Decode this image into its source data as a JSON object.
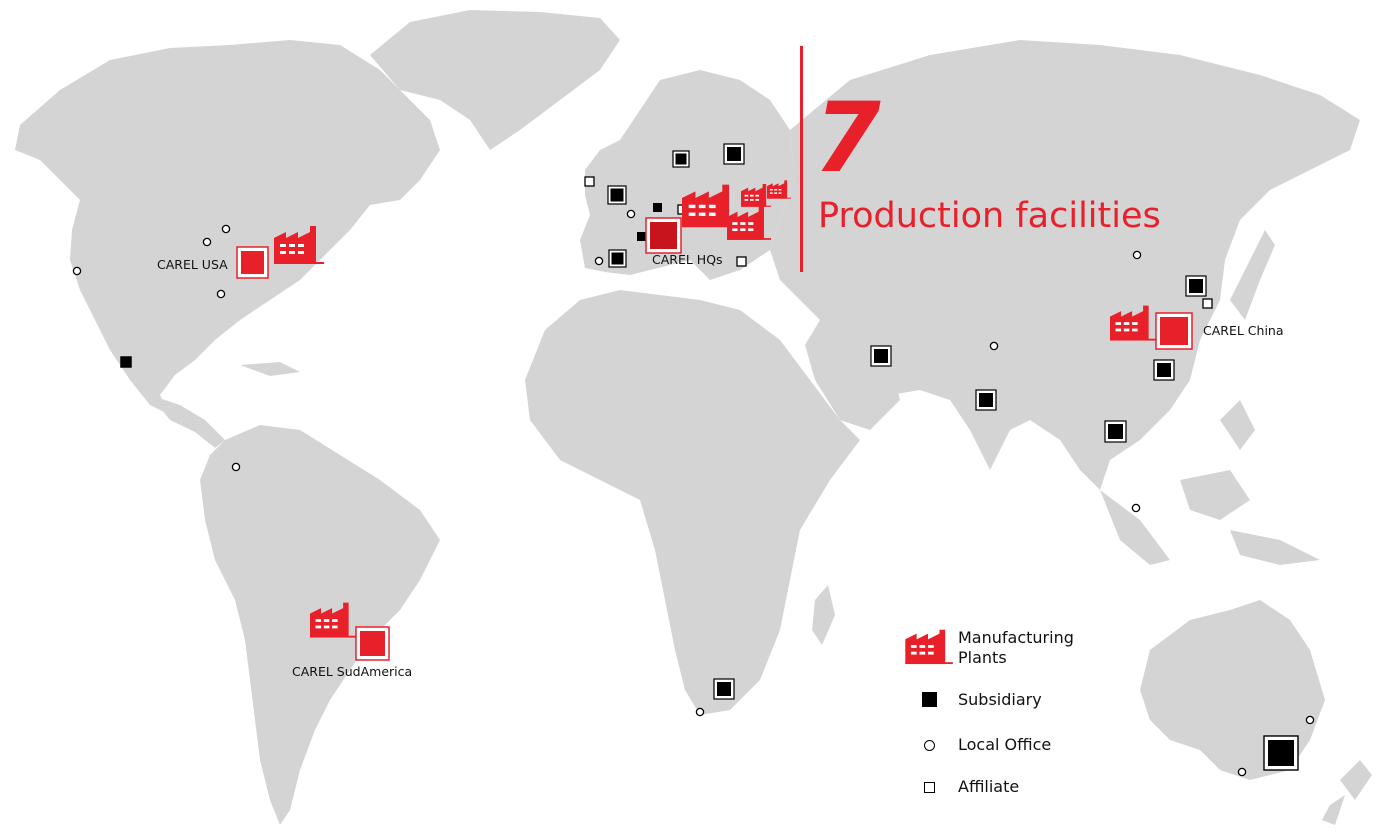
{
  "headline": {
    "number": "7",
    "text": "Production facilities"
  },
  "labels": {
    "usa": "CAREL USA",
    "hq": "CAREL HQs",
    "china": "CAREL China",
    "sudamerica": "CAREL SudAmerica"
  },
  "legend": {
    "manufacturing": "Manufacturing\nPlants",
    "subsidiary": "Subsidiary",
    "local_office": "Local Office",
    "affiliate": "Affiliate"
  },
  "colors": {
    "accent": "#e8202a",
    "land": "#d4d4d4",
    "marker": "#000000"
  },
  "icons": {
    "manufacturing": "factory-icon",
    "subsidiary": "filled-square-icon",
    "local_office": "circle-icon",
    "affiliate": "open-square-icon"
  }
}
